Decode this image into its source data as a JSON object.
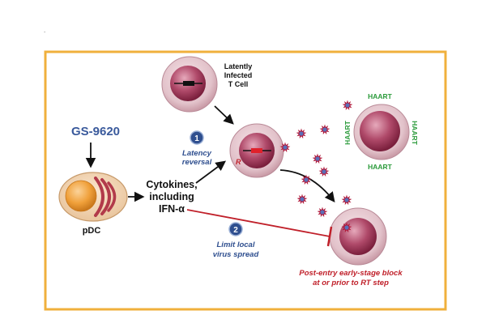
{
  "labels": {
    "drug": "GS-9620",
    "pdc": "pDC",
    "cytokines_line1": "Cytokines,",
    "cytokines_line2": "including",
    "cytokines_line3": "IFN-α",
    "latent_line1": "Latently",
    "latent_line2": "Infected",
    "latent_line3": "T Cell",
    "step1_number": "1",
    "step1_line1": "Latency",
    "step1_line2": "reversal",
    "step2_number": "2",
    "step2_line1": "Limit local",
    "step2_line2": "virus spread",
    "haart_top": "HAART",
    "haart_left": "HAART",
    "haart_right": "HAART",
    "haart_bottom": "HAART",
    "block_line1": "Post-entry early-stage block",
    "block_line2": "at or prior to RT step",
    "r_mark": "R",
    "corner_mark": "."
  },
  "colors": {
    "frame": "#f0b03c",
    "drug_blue": "#3a5a9c",
    "step_blue": "#2f4f8f",
    "haart_green": "#2a9a3a",
    "block_red": "#c0202a",
    "cell_outer": "#e3c5cc",
    "cell_inner": "#9e3a58",
    "virion": "#b0183a"
  }
}
